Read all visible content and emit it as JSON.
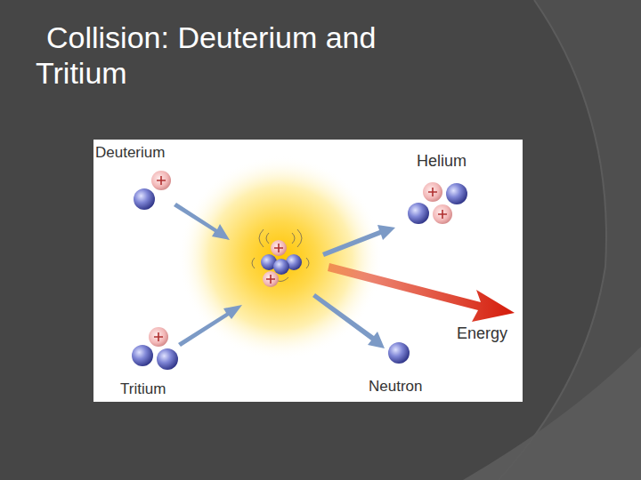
{
  "diagram": {
    "title": "Collision: Deuterium and Tritium",
    "labels": [
      "Deuterium",
      "Helium",
      "Energy",
      "Tritium",
      "Neutron"
    ]
  }
}
